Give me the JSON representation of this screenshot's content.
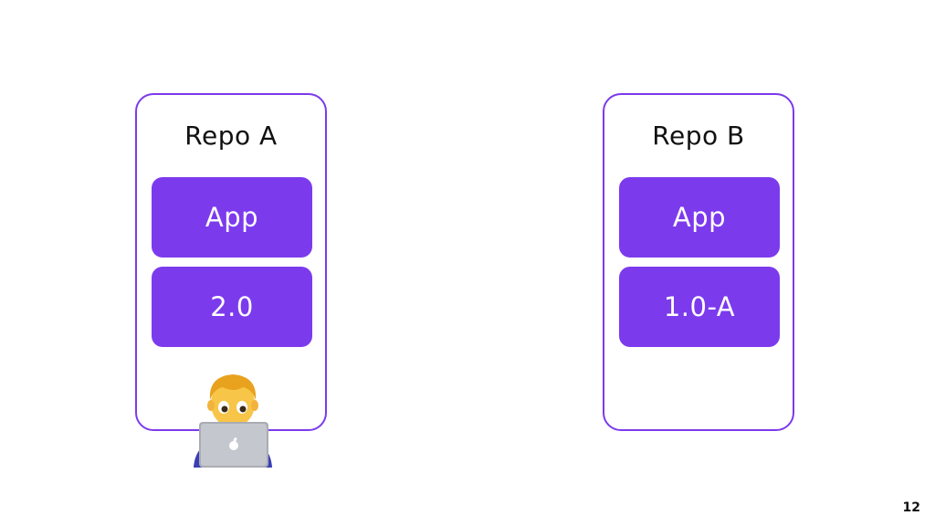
{
  "repos": [
    {
      "title": "Repo A",
      "app_label": "App",
      "version_label": "2.0"
    },
    {
      "title": "Repo B",
      "app_label": "App",
      "version_label": "1.0-A"
    }
  ],
  "page_number": "12",
  "colors": {
    "accent": "#7c3aed",
    "block_text": "#ffffff",
    "title_text": "#111111"
  },
  "icons": {
    "developer": "man-technologist-icon"
  }
}
